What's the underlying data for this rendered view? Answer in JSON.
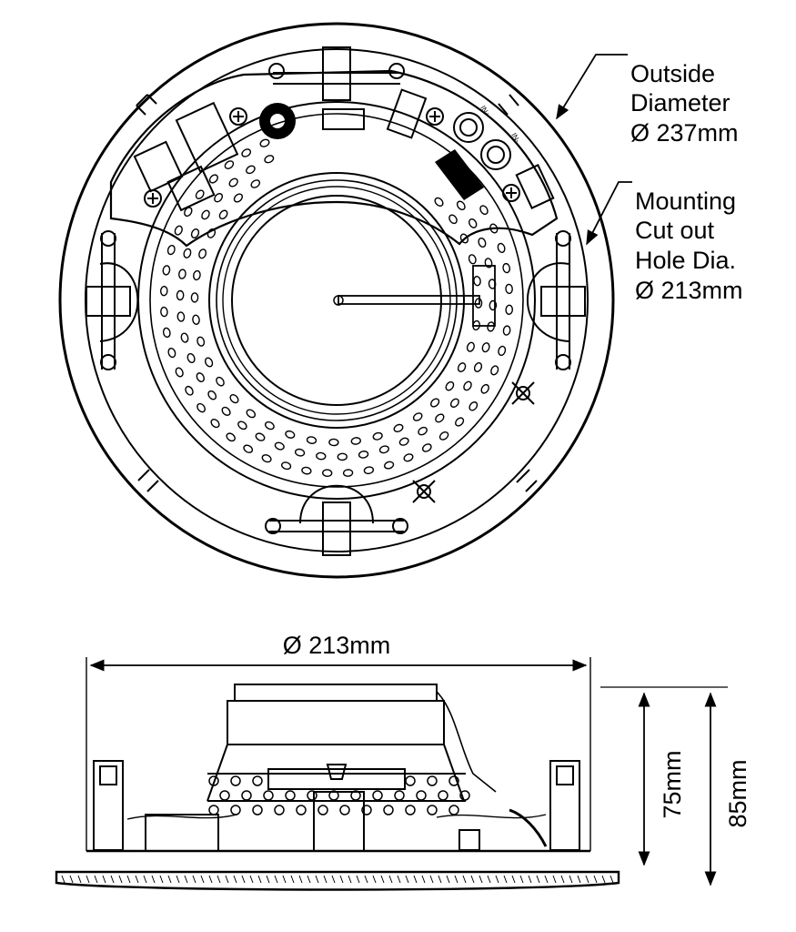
{
  "top_view": {
    "outside_label": [
      "Outside",
      "Diameter",
      "Ø 237mm"
    ],
    "cutout_label": [
      "Mounting",
      "Cut out",
      "Hole Dia.",
      "Ø 213mm"
    ],
    "terminal_pos": "IN+",
    "terminal_neg": "IN-"
  },
  "side_view": {
    "width_label": "Ø 213mm",
    "depth_label": "75mm",
    "height_label": "85mm"
  }
}
